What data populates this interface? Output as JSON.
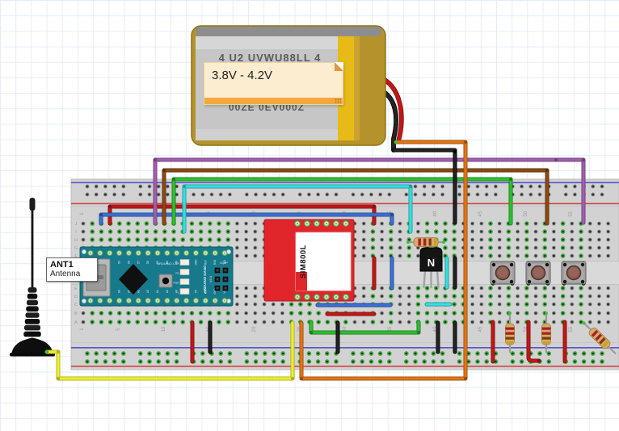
{
  "note": {
    "text": "3.8V - 4.2V"
  },
  "antenna_label": {
    "name": "ANT1",
    "type": "Antenna"
  },
  "battery": {
    "line1": "4 U2 UVWU88LL 4",
    "line2": "00ZE 0EV000Z"
  },
  "arduino": {
    "brand": "ARDUINO.CC",
    "model_vertical": "ARDUINO NANO",
    "version": "V3.0",
    "icsp_label": "ICSP",
    "led_labels": [
      "TX",
      "RX",
      "PWR",
      "L"
    ],
    "pins_top": [
      "D12",
      "D11",
      "D10",
      "D9",
      "D8",
      "D7",
      "D6",
      "D5",
      "D4",
      "D3",
      "D2",
      "GND",
      "RST",
      "RX0",
      "TX1"
    ],
    "pins_bottom": [
      "D13",
      "3V3",
      "REF",
      "A0",
      "A1",
      "A2",
      "A3",
      "A4",
      "A5",
      "A6",
      "A7",
      "5V",
      "RST",
      "GND",
      "VIN"
    ]
  },
  "sim_module": {
    "label": "SIM800L"
  },
  "transistor": {
    "label": "N"
  },
  "breadboard": {
    "column_numbers": [
      "1",
      "5",
      "10",
      "15",
      "20",
      "25",
      "30",
      "35",
      "40",
      "45",
      "50",
      "55",
      "60"
    ],
    "column_values": [
      1,
      5,
      10,
      15,
      20,
      25,
      30,
      35,
      40,
      45,
      50,
      55,
      60
    ],
    "row_letters_top": [
      "J",
      "I",
      "H",
      "G",
      "F"
    ],
    "row_letters_bottom": [
      "E",
      "D",
      "C",
      "B",
      "A"
    ]
  },
  "palette": {
    "board": "#d2d2d2",
    "board_edge": "#bcbcbc",
    "gap_band": "#d9d9d9",
    "rail_blue": "#5353c9",
    "rail_red": "#cc4444",
    "hole_dark": "#383838",
    "hole_ring": "#9c9c9c",
    "hole_green": "#3cb23c",
    "label_gray": "#9b9b9b",
    "arduino_teal": "#17798c",
    "arduino_edge": "#0e5a6a",
    "sim_red": "#e1262b",
    "sim_edge": "#b3191e",
    "battery_gold": "#b5922c",
    "battery_band": "#e7bb17",
    "battery_silver": "#c6c6c6",
    "battery_gray_top": "#8d8d8d",
    "resistor_body": "#d6ab6b",
    "resistor_edge": "#b28445",
    "band_red": "#a42121",
    "band_brown": "#7a3d12",
    "band_gold": "#c9a227",
    "button_body": "#a0a0a0",
    "button_cap": "#8a5b50",
    "lead_gray": "#9c9c9c",
    "connector_green": "#3fbf3f"
  },
  "wire_colors": {
    "red": {
      "main": "#c11717",
      "dark": "#841010"
    },
    "blue": {
      "main": "#3b70d5",
      "dark": "#27498f"
    },
    "purple": {
      "main": "#a05fae",
      "dark": "#6f4079"
    },
    "brown": {
      "main": "#8a4a16",
      "dark": "#5c300c"
    },
    "green": {
      "main": "#2dc12f",
      "dark": "#1b7d1d"
    },
    "cyan": {
      "main": "#38dede",
      "dark": "#1f9e9e"
    },
    "orange": {
      "main": "#e27612",
      "dark": "#9e4f0a"
    },
    "yellow": {
      "main": "#eded34",
      "dark": "#b0b017"
    },
    "black": {
      "main": "#242424",
      "dark": "#000000"
    }
  }
}
